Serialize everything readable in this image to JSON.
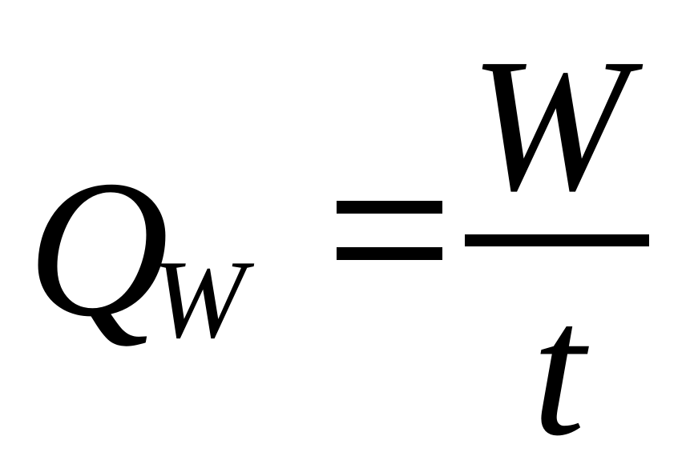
{
  "formula": {
    "lhs": {
      "symbol": "Q",
      "subscript": "W"
    },
    "relation": "=",
    "rhs": {
      "numerator": "W",
      "denominator": "t"
    }
  }
}
